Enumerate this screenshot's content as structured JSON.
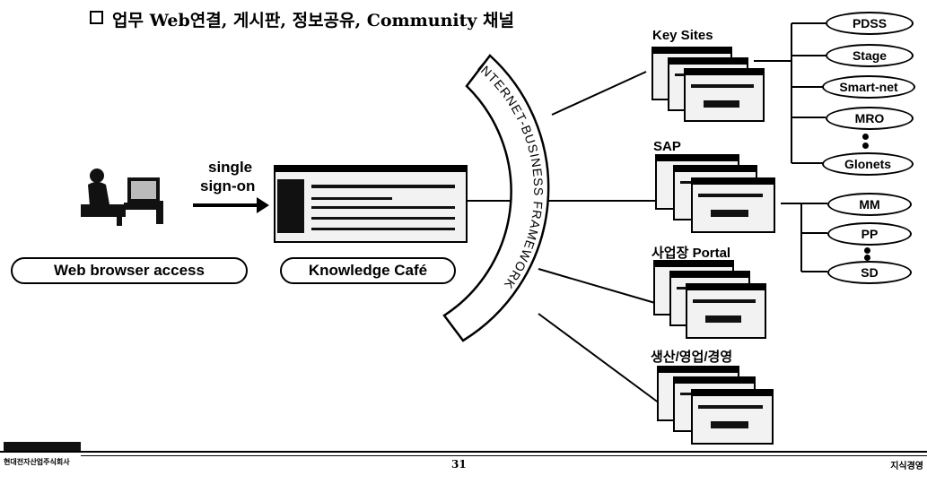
{
  "title": "업무 Web연결, 게시판, 정보공유, Community 채널",
  "left": {
    "single_sign_on": [
      "single",
      "sign-on"
    ],
    "web_browser_access": "Web browser access",
    "knowledge_cafe": "Knowledge Café"
  },
  "framework_text": "INTERNET-BUSINESS FRAMEWORK",
  "groups": {
    "key_sites": "Key Sites",
    "sap": "SAP",
    "portal": "사업장 Portal",
    "production": "생산/영업/경영"
  },
  "key_sites_items": [
    "PDSS",
    "Stage",
    "Smart-net",
    "MRO",
    "Glonets"
  ],
  "sap_items": [
    "MM",
    "PP",
    "SD"
  ],
  "footer": {
    "company": "현대전자산업주식회사",
    "page": "31",
    "dept": "지식경영"
  }
}
